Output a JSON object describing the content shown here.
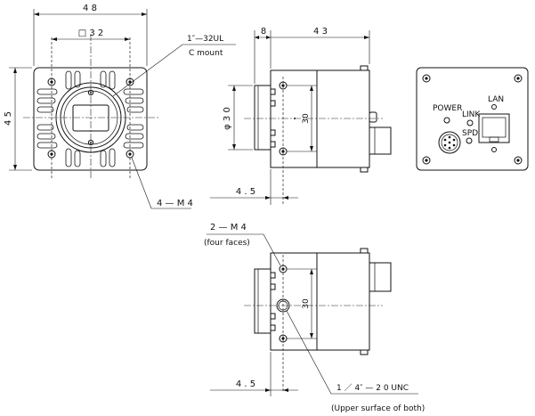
{
  "front_view": {
    "width_label": "4 8",
    "inner_square_label": "□ 3 2",
    "height_label": "4 5",
    "mount_thread_label": "1″—32UL",
    "mount_type_label": "C mount",
    "screw_label": "4 — M 4"
  },
  "side_view": {
    "flange_label": "8",
    "body_length_label": "4 3",
    "diameter_label": "φ 3 0",
    "hole_pitch_label": "30",
    "offset_label": "4 . 5"
  },
  "bottom_view": {
    "screw_label": "2 — M 4",
    "screw_note": "(four faces)",
    "hole_pitch_label": "30",
    "offset_label": "4 . 5",
    "tripod_thread_label": "1 ／ 4″ — 2 0 UNC",
    "tripod_note": "(Upper surface of both)"
  },
  "rear_view": {
    "power_label": "POWER",
    "link_label": "LINK",
    "lan_label": "LAN",
    "spd_label": "SPD"
  }
}
